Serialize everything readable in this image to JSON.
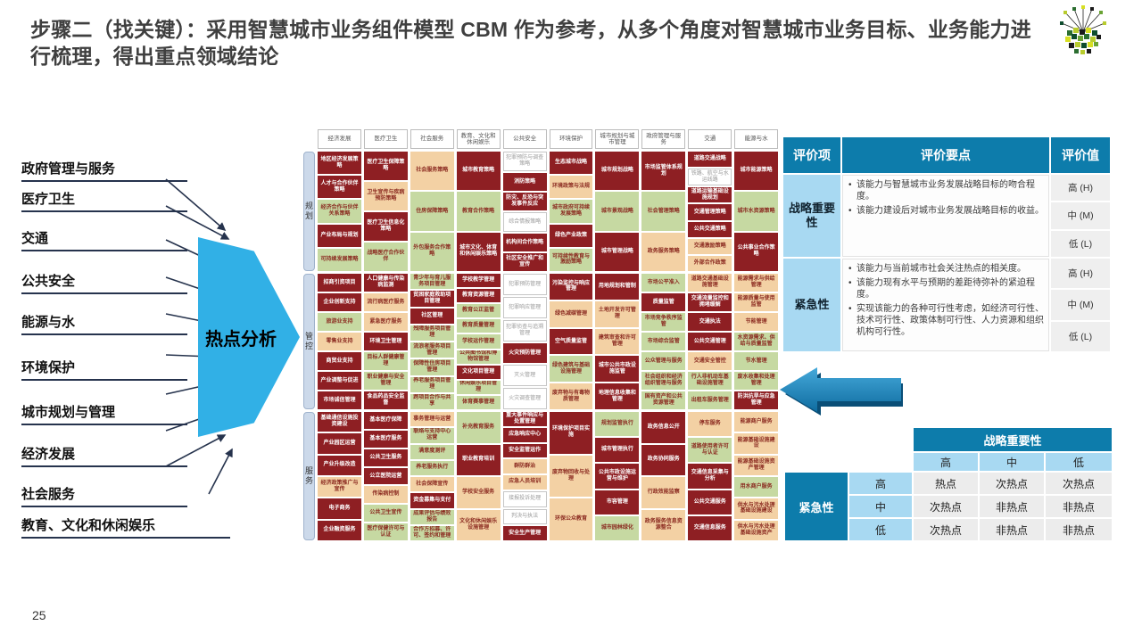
{
  "slide": {
    "title": "步骤二（找关键）：采用智慧城市业务组件模型 CBM 作为参考，从多个角度对智慧城市业务目标、业务能力进行梳理，得出重点领域结论",
    "page_number": "25"
  },
  "colors": {
    "hot_red": "#8e1f23",
    "green": "#c6d9a2",
    "tan": "#f3d1a4",
    "teal_header": "#0d7cab",
    "light_blue": "#a8d9f2",
    "pentagon_blue": "#31b0e6"
  },
  "left_panel": {
    "labels": [
      "政府管理与服务",
      "医疗卫生",
      "交通",
      "公共安全",
      "能源与水",
      "环境保护",
      "城市规划与管理",
      "经济发展",
      "社会服务",
      "教育、文化和休闲娱乐"
    ],
    "arrow_label": "热点分析"
  },
  "cbm_matrix": {
    "row_groups": [
      "规划",
      "管控",
      "服务"
    ],
    "columns": [
      {
        "header": "经济发展",
        "groups": [
          [
            [
              "地区经济发展策略",
              "r"
            ],
            [
              "人才与合作伙伴策略",
              "r"
            ],
            [
              "经济合作与伙伴关系策略",
              "g"
            ],
            [
              "产业布局与规划",
              "r"
            ],
            [
              "可持续发展策略",
              "g"
            ]
          ],
          [
            [
              "招商引资项目",
              "r"
            ],
            [
              "企业创新支持",
              "r"
            ],
            [
              "旅游业支持",
              "g"
            ],
            [
              "零售业支持",
              "t"
            ],
            [
              "商贸业支持",
              "r"
            ],
            [
              "产业调整与促进",
              "r"
            ],
            [
              "市场诚信管理",
              "r"
            ]
          ],
          [
            [
              "基础通信设施投资建设",
              "r"
            ],
            [
              "产业园区运营",
              "r"
            ],
            [
              "产业升级改造",
              "r"
            ],
            [
              "经济政策推广与宣传",
              "t"
            ],
            [
              "电子商务",
              "r"
            ],
            [
              "企业融资服务",
              "r"
            ]
          ]
        ]
      },
      {
        "header": "医疗卫生",
        "groups": [
          [
            [
              "医疗卫生保障策略",
              "r"
            ],
            [
              "卫生宣传与疾病预防策略",
              "t"
            ],
            [
              "医疗卫生信息化策略",
              "r"
            ],
            [
              "战略医疗合作伙伴",
              "g"
            ]
          ],
          [
            [
              "人口健康与传染病监测",
              "r"
            ],
            [
              "流行病医疗服务",
              "t"
            ],
            [
              "紧急医疗服务",
              "t"
            ],
            [
              "环境卫生管理",
              "r"
            ],
            [
              "目标人群健康管理",
              "g"
            ],
            [
              "职业健康与安全管理",
              "g"
            ],
            [
              "食品药品安全监督",
              "r"
            ]
          ],
          [
            [
              "基本医疗保障",
              "r"
            ],
            [
              "基本医疗服务",
              "r"
            ],
            [
              "公共卫生服务",
              "r"
            ],
            [
              "公立医院运营",
              "r"
            ],
            [
              "传染病控制",
              "t"
            ],
            [
              "公共卫生宣传",
              "g"
            ],
            [
              "医疗保健许可与认证",
              "g"
            ]
          ]
        ]
      },
      {
        "header": "社会服务",
        "groups": [
          [
            [
              "社会服务策略",
              "t"
            ],
            [
              "住房保障策略",
              "g"
            ],
            [
              "外包服务合作策略",
              "g"
            ]
          ],
          [
            [
              "青少年与育儿服务项目管理",
              "g"
            ],
            [
              "贫困家庭救助项目管理",
              "r"
            ],
            [
              "社区管理",
              "r"
            ],
            [
              "残障服务项目管理",
              "g"
            ],
            [
              "流浪者服务项目管理",
              "g"
            ],
            [
              "保障性住房项目管理",
              "g"
            ],
            [
              "养老服务项目管理",
              "g"
            ],
            [
              "跨项目合作与共享",
              "g"
            ]
          ],
          [
            [
              "事务管理与运营",
              "t"
            ],
            [
              "联络与支持中心运营",
              "g"
            ],
            [
              "满意度测评",
              "g"
            ],
            [
              "养老服务执行",
              "g"
            ],
            [
              "社会保障宣传",
              "t"
            ],
            [
              "资金募集与支付",
              "r"
            ],
            [
              "成果评估与绩效报告",
              "g"
            ],
            [
              "合作方招募、许可、签约和管理",
              "g"
            ]
          ]
        ]
      },
      {
        "header": "教育、文化和休闲娱乐",
        "groups": [
          [
            [
              "城市教育策略",
              "r"
            ],
            [
              "教育合作策略",
              "g"
            ],
            [
              "城市文化、体育和休闲娱乐策略",
              "r"
            ]
          ],
          [
            [
              "学校教学管理",
              "r"
            ],
            [
              "教育资源管理",
              "r"
            ],
            [
              "教育公正监管",
              "g"
            ],
            [
              "教育质量管理",
              "g"
            ],
            [
              "学校运作管理",
              "g"
            ],
            [
              "公共图书馆和博物馆管理",
              "g"
            ],
            [
              "文化项目管理",
              "r"
            ],
            [
              "休闲娱乐项目管理",
              "g"
            ],
            [
              "体育赛事管理",
              "g"
            ]
          ],
          [
            [
              "补充教育服务",
              "g"
            ],
            [
              "职业教育培训",
              "r"
            ],
            [
              "学校安全服务",
              "t"
            ],
            [
              "文化和休闲娱乐设施管理",
              "t"
            ]
          ]
        ]
      },
      {
        "header": "公共安全",
        "groups": [
          [
            [
              "犯罪预防与调查策略",
              "w"
            ],
            [
              "消防策略",
              "r"
            ],
            [
              "防灾、反恐与突发事件反应",
              "r"
            ],
            [
              "综合情报策略",
              "w"
            ],
            [
              "机构间合作策略",
              "r"
            ],
            [
              "社区安全推广和宣传",
              "r"
            ]
          ],
          [
            [
              "犯罪预防管理",
              "w"
            ],
            [
              "犯罪响应管理",
              "w"
            ],
            [
              "犯罪侦查与追溯管理",
              "w"
            ],
            [
              "火灾预防管理",
              "r"
            ],
            [
              "灭火管理",
              "w"
            ],
            [
              "火灾调查管理",
              "w"
            ]
          ],
          [
            [
              "重大事件响应与处置管理",
              "r"
            ],
            [
              "应急响应中心",
              "r"
            ],
            [
              "安全监管运作",
              "r"
            ],
            [
              "群防群治",
              "t"
            ],
            [
              "应急人员培训",
              "t"
            ],
            [
              "接报投诉处理",
              "w"
            ],
            [
              "判决与执法",
              "w"
            ],
            [
              "安全生产管理",
              "r"
            ]
          ]
        ]
      },
      {
        "header": "环境保护",
        "groups": [
          [
            [
              "生态城市战略",
              "r"
            ],
            [
              "环境政策与法规",
              "t"
            ],
            [
              "城市政府可持续发展策略",
              "g"
            ],
            [
              "绿色产业政策",
              "r"
            ],
            [
              "可持续性教育与激励策略",
              "g"
            ]
          ],
          [
            [
              "污染监控与响应管理",
              "r"
            ],
            [
              "绿色减碳管理",
              "t"
            ],
            [
              "空气质量监管",
              "r"
            ],
            [
              "绿色建筑与基础设施管理",
              "g"
            ],
            [
              "废弃物与有毒物质管理",
              "t"
            ]
          ],
          [
            [
              "环境保护项目实施",
              "r"
            ],
            [
              "废弃物回收与处理",
              "t"
            ],
            [
              "环保公众教育",
              "t"
            ]
          ]
        ]
      },
      {
        "header": "城市规划与城市管理",
        "groups": [
          [
            [
              "城市规划战略",
              "r"
            ],
            [
              "城市景观战略",
              "g"
            ],
            [
              "城市管理战略",
              "r"
            ]
          ],
          [
            [
              "用地规划和管制",
              "r"
            ],
            [
              "土地开发许可管理",
              "t"
            ],
            [
              "建筑审查和许可管理",
              "t"
            ],
            [
              "城市公共市政设施监管",
              "r"
            ],
            [
              "地理信息收集和管理",
              "r"
            ]
          ],
          [
            [
              "规划监管执行",
              "g"
            ],
            [
              "城市管理执行",
              "r"
            ],
            [
              "公共市政设施运营与维护",
              "r"
            ],
            [
              "市容管理",
              "r"
            ],
            [
              "城市园林绿化",
              "g"
            ]
          ]
        ]
      },
      {
        "header": "政府管理与服务",
        "groups": [
          [
            [
              "市场监管体系规划",
              "r"
            ],
            [
              "社会管理策略",
              "g"
            ],
            [
              "政务服务策略",
              "t"
            ]
          ],
          [
            [
              "市场公平准入",
              "g"
            ],
            [
              "质量监管",
              "r"
            ],
            [
              "市场竞争秩序监管",
              "g"
            ],
            [
              "市场综合监管",
              "g"
            ],
            [
              "公众管理与服务",
              "g"
            ],
            [
              "社会组织和经济组织管理与服务",
              "g"
            ],
            [
              "国有资产和公共资源管理",
              "g"
            ]
          ],
          [
            [
              "政务信息公开",
              "r"
            ],
            [
              "政务协同服务",
              "r"
            ],
            [
              "行政效能监察",
              "t"
            ],
            [
              "政务服务信息资源整合",
              "t"
            ]
          ]
        ]
      },
      {
        "header": "交通",
        "groups": [
          [
            [
              "道路交通战略",
              "r"
            ],
            [
              "铁路、航空与水运线路",
              "w"
            ],
            [
              "道路运输基础设施规划",
              "r"
            ],
            [
              "交通管理策略",
              "r"
            ],
            [
              "公共交通策略",
              "r"
            ],
            [
              "交通激励策略",
              "t"
            ],
            [
              "外部合作政策",
              "t"
            ]
          ],
          [
            [
              "道路交通基础设施管理",
              "t"
            ],
            [
              "交通流量监控和拥堵缓解",
              "r"
            ],
            [
              "交通执法",
              "r"
            ],
            [
              "公共交通管理",
              "r"
            ],
            [
              "交通安全管控",
              "t"
            ],
            [
              "行人非机动车基础设施管理",
              "g"
            ],
            [
              "出租车服务管理",
              "g"
            ]
          ],
          [
            [
              "停车服务",
              "t"
            ],
            [
              "道路使用者许可与认证",
              "g"
            ],
            [
              "交通信息采集与分析",
              "r"
            ],
            [
              "公共交通服务",
              "r"
            ],
            [
              "交通信息服务",
              "r"
            ]
          ]
        ]
      },
      {
        "header": "能源与水",
        "groups": [
          [
            [
              "城市能源策略",
              "r"
            ],
            [
              "城市水资源策略",
              "g"
            ],
            [
              "公共事业合作策略",
              "r"
            ]
          ],
          [
            [
              "能源需求与供给管理",
              "t"
            ],
            [
              "能源质量与使用监管",
              "t"
            ],
            [
              "节能管理",
              "t"
            ],
            [
              "水资源需求、供给与质量监管",
              "g"
            ],
            [
              "节水管理",
              "g"
            ],
            [
              "废水收集和处理管理",
              "g"
            ],
            [
              "防洪抗旱与应急管理",
              "r"
            ]
          ],
          [
            [
              "能源商户服务",
              "t"
            ],
            [
              "能源基础设施建设",
              "t"
            ],
            [
              "能源基础设施资产管理",
              "t"
            ],
            [
              "用水商户服务",
              "g"
            ],
            [
              "供水与污水处理基础设施建设",
              "t"
            ],
            [
              "供水与污水处理基础设施资产",
              "t"
            ]
          ]
        ]
      }
    ]
  },
  "evaluation_table": {
    "headers": [
      "评价项",
      "评价要点",
      "评价值"
    ],
    "rows": [
      {
        "item": "战略重要性",
        "points": [
          "该能力与智慧城市业务发展战略目标的吻合程度。",
          "该能力建设后对城市业务发展战略目标的收益。"
        ],
        "values": [
          "高 (H)",
          "中 (M)",
          "低 (L)"
        ]
      },
      {
        "item": "紧急性",
        "points": [
          "该能力与当前城市社会关注热点的相关度。",
          "该能力现有水平与预期的差距待弥补的紧迫程度。",
          "实现该能力的各种可行性考虑，如经济可行性、技术可行性、政策体制可行性、人力资源和组织机构可行性。"
        ],
        "values": [
          "高 (H)",
          "中 (M)",
          "低 (L)"
        ]
      }
    ]
  },
  "hotspot_matrix": {
    "col_axis_label": "战略重要性",
    "row_axis_label": "紧急性",
    "col_labels": [
      "高",
      "中",
      "低"
    ],
    "row_labels": [
      "高",
      "中",
      "低"
    ],
    "cells": [
      [
        "热点",
        "次热点",
        "次热点"
      ],
      [
        "次热点",
        "非热点",
        "非热点"
      ],
      [
        "次热点",
        "非热点",
        "非热点"
      ]
    ]
  }
}
